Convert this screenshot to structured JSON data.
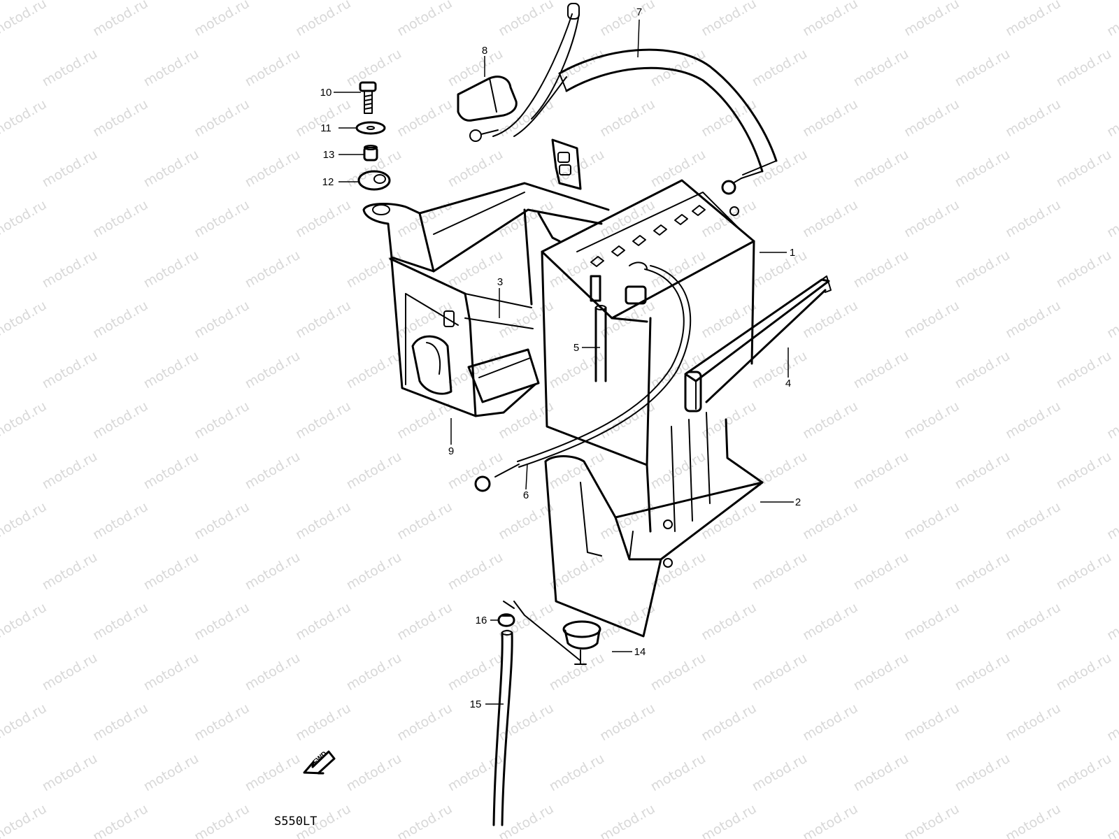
{
  "watermark": {
    "text": "motod.ru"
  },
  "diagram": {
    "model_code": "S550LT",
    "fwd_label": "FWD",
    "parts": [
      {
        "number": "1"
      },
      {
        "number": "2"
      },
      {
        "number": "3"
      },
      {
        "number": "4"
      },
      {
        "number": "5"
      },
      {
        "number": "6"
      },
      {
        "number": "7"
      },
      {
        "number": "8"
      },
      {
        "number": "9"
      },
      {
        "number": "10"
      },
      {
        "number": "11"
      },
      {
        "number": "12"
      },
      {
        "number": "13"
      },
      {
        "number": "14"
      },
      {
        "number": "15"
      },
      {
        "number": "16"
      }
    ]
  }
}
